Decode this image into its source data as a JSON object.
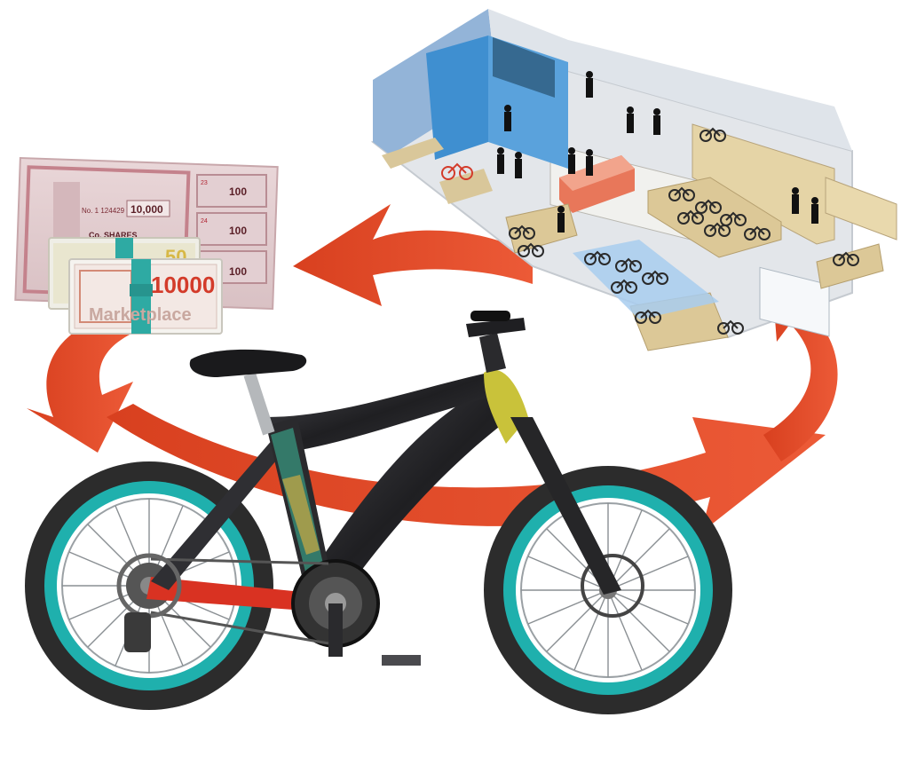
{
  "money": {
    "certificate": {
      "serial": "No. 1 124429",
      "amount": "10,000",
      "shares": "Co. SHARES",
      "small_a": "100",
      "small_b": "100",
      "small_c": "100",
      "num_a": "23",
      "num_b": "24"
    },
    "note_back": "50",
    "note_front": {
      "amount": "10000",
      "text": "Marketplace"
    }
  },
  "colors": {
    "arrow": "#e24a2c",
    "arrow_dark": "#c0391f",
    "tire_rim": "#1fb0ad",
    "frame": "#2b2b2e",
    "frame_accent": "#c9c23a",
    "chainstay": "#d93222",
    "store_wall": "#8fb3d9",
    "store_floor": "#e3e6ea",
    "counter": "#e8775a",
    "shelf": "#d9c79a"
  }
}
